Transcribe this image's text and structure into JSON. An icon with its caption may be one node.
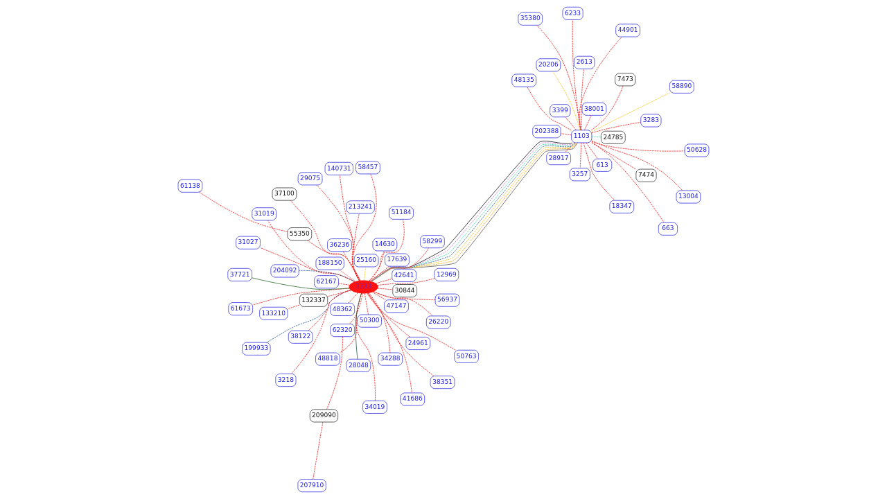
{
  "diagram": {
    "nodes": [
      {
        "text": [
          "3333"
        ]
      },
      {
        "text": [
          "1103"
        ]
      },
      {
        "text": [
          "24961"
        ]
      },
      {
        "text": [
          "31019"
        ]
      },
      {
        "text": [
          "30844"
        ]
      },
      {
        "text": [
          "38122"
        ]
      },
      {
        "text": [
          "34019"
        ]
      },
      {
        "text": [
          "47147"
        ]
      },
      {
        "text": [
          "34288"
        ]
      },
      {
        "text": [
          "38351"
        ]
      },
      {
        "text": [
          "48362"
        ]
      },
      {
        "text": [
          "48818"
        ]
      },
      {
        "text": [
          "50763"
        ]
      },
      {
        "text": [
          "42641"
        ]
      },
      {
        "text": [
          "51184"
        ]
      },
      {
        "text": [
          "41686"
        ]
      },
      {
        "text": [
          "132337"
        ]
      },
      {
        "text": [
          "55350"
        ]
      },
      {
        "text": [
          "61138"
        ]
      },
      {
        "text": [
          "133210"
        ]
      },
      {
        "text": [
          "207910"
        ]
      },
      {
        "text": [
          "209090"
        ]
      },
      {
        "text": [
          "58457"
        ]
      },
      {
        "text": [
          "62320"
        ]
      },
      {
        "text": [
          "37100"
        ]
      },
      {
        "text": [
          "50300"
        ]
      },
      {
        "text": [
          "58299"
        ]
      },
      {
        "text": [
          "61673"
        ]
      },
      {
        "text": [
          "62167"
        ]
      },
      {
        "text": [
          "56937"
        ]
      },
      {
        "text": [
          "140731"
        ]
      },
      {
        "text": [
          "25160"
        ]
      },
      {
        "text": [
          "28048"
        ]
      },
      {
        "text": [
          "31027"
        ]
      },
      {
        "text": [
          "14630"
        ]
      },
      {
        "text": [
          "26220"
        ]
      },
      {
        "text": [
          "29075"
        ]
      },
      {
        "text": [
          "36236"
        ]
      },
      {
        "text": [
          "204092"
        ]
      },
      {
        "text": [
          "199933"
        ]
      },
      {
        "text": [
          "188150"
        ]
      },
      {
        "text": [
          "213241"
        ]
      },
      {
        "text": [
          "37721"
        ]
      },
      {
        "text": [
          "17639"
        ]
      },
      {
        "text": [
          "12969"
        ]
      },
      {
        "text": [
          "3218"
        ]
      },
      {
        "text": [
          "3257"
        ]
      },
      {
        "text": [
          "7474"
        ]
      },
      {
        "text": [
          "663"
        ]
      },
      {
        "text": [
          "613"
        ]
      },
      {
        "text": [
          "2613"
        ]
      },
      {
        "text": [
          "13004"
        ]
      },
      {
        "text": [
          "3399"
        ]
      },
      {
        "text": [
          "3283"
        ]
      },
      {
        "text": [
          "44901"
        ]
      },
      {
        "text": [
          "28917"
        ]
      },
      {
        "text": [
          "18347"
        ]
      },
      {
        "text": [
          "6233"
        ]
      },
      {
        "text": [
          "38001"
        ]
      },
      {
        "text": [
          "7473"
        ]
      },
      {
        "text": [
          "35380"
        ]
      },
      {
        "text": [
          "202388"
        ]
      },
      {
        "text": [
          "48135"
        ]
      },
      {
        "text": [
          "50628"
        ]
      },
      {
        "text": [
          "24785"
        ]
      },
      {
        "text": [
          "20206"
        ]
      },
      {
        "text": [
          "58890"
        ]
      }
    ],
    "edges": [
      {
        "from": 0,
        "to": 1,
        "arrow": "none",
        "color": "#111111"
      },
      {
        "from": 0,
        "to": 1,
        "arrow": "none",
        "color": "#555555"
      },
      {
        "from": 0,
        "to": 1,
        "arrow": "none",
        "style": "dashed",
        "color": "#f5a623"
      },
      {
        "from": 0,
        "to": 1,
        "arrow": "none",
        "style": "dashed",
        "color": "#f5c518"
      },
      {
        "from": 0,
        "to": 1,
        "arrow": "none",
        "style": "dashed",
        "color": "#336699"
      },
      {
        "from": 0,
        "to": 1,
        "arrow": "none",
        "style": "dashed",
        "color": "#40e0b0"
      },
      {
        "from": 0,
        "to": 1,
        "arrow": "none",
        "style": "dashed",
        "color": "#cc88cc"
      },
      {
        "from": 0,
        "to": 2,
        "arrow": "none",
        "style": "dashed"
      },
      {
        "from": 0,
        "to": 3,
        "arrow": "none",
        "style": "dashed"
      },
      {
        "from": 0,
        "to": 4,
        "arrow": "none",
        "style": "dashed"
      },
      {
        "from": 0,
        "to": 5,
        "arrow": "none",
        "style": "dashed"
      },
      {
        "from": 0,
        "to": 6,
        "arrow": "none",
        "style": "dashed"
      },
      {
        "from": 0,
        "to": 7,
        "arrow": "none",
        "style": "dashed"
      },
      {
        "from": 0,
        "to": 8,
        "arrow": "none",
        "style": "dashed"
      },
      {
        "from": 0,
        "to": 9,
        "arrow": "none",
        "style": "dashed"
      },
      {
        "from": 0,
        "to": 10,
        "arrow": "none",
        "style": "dashed"
      },
      {
        "from": 0,
        "to": 11,
        "arrow": "none",
        "style": "dashed"
      },
      {
        "from": 0,
        "to": 12,
        "arrow": "none",
        "style": "dashed"
      },
      {
        "from": 0,
        "to": 13,
        "arrow": "none",
        "style": "dashed"
      },
      {
        "from": 0,
        "to": 14,
        "arrow": "none",
        "style": "dashed"
      },
      {
        "from": 0,
        "to": 15,
        "arrow": "none",
        "style": "dashed"
      },
      {
        "from": 0,
        "to": 16,
        "arrow": "none",
        "style": "dashed"
      },
      {
        "from": 0,
        "to": 17,
        "arrow": "none",
        "style": "dashed"
      },
      {
        "from": 17,
        "to": 18,
        "arrow": "none",
        "style": "dashed"
      },
      {
        "from": 16,
        "to": 19,
        "arrow": "none",
        "style": "dashed"
      },
      {
        "from": 21,
        "to": 20,
        "arrow": "none",
        "style": "dashed"
      },
      {
        "from": 0,
        "to": 22,
        "arrow": "none",
        "style": "dashed"
      },
      {
        "from": 0,
        "to": 23,
        "arrow": "none",
        "style": "dashed"
      },
      {
        "from": 23,
        "to": 21,
        "arrow": "none",
        "style": "dashed"
      },
      {
        "from": 0,
        "to": 24,
        "arrow": "none",
        "style": "dashed"
      },
      {
        "from": 0,
        "to": 25,
        "arrow": "none",
        "style": "dashed"
      },
      {
        "from": 0,
        "to": 26,
        "arrow": "none",
        "style": "dashed"
      },
      {
        "from": 0,
        "to": 27,
        "arrow": "none",
        "style": "dashed"
      },
      {
        "from": 0,
        "to": 28,
        "arrow": "none",
        "style": "dashed"
      },
      {
        "from": 0,
        "to": 29,
        "arrow": "none",
        "style": "dashed"
      },
      {
        "from": 0,
        "to": 30,
        "arrow": "none",
        "style": "dashed"
      },
      {
        "from": 0,
        "to": 31,
        "arrow": "none",
        "style": "dashed",
        "color": "#f5c518"
      },
      {
        "from": 0,
        "to": 32,
        "arrow": "none",
        "color": "#1f5f3f"
      },
      {
        "from": 0,
        "to": 33,
        "arrow": "none",
        "style": "dashed"
      },
      {
        "from": 0,
        "to": 34,
        "arrow": "none",
        "style": "dashed"
      },
      {
        "from": 0,
        "to": 35,
        "arrow": "none",
        "style": "dashed"
      },
      {
        "from": 0,
        "to": 36,
        "arrow": "none",
        "style": "dashed"
      },
      {
        "from": 0,
        "to": 37,
        "arrow": "none",
        "style": "dashed"
      },
      {
        "from": 0,
        "to": 38,
        "arrow": "none",
        "style": "dashed",
        "color": "#336699"
      },
      {
        "from": 0,
        "to": 39,
        "arrow": "none",
        "style": "dashed",
        "color": "#336699"
      },
      {
        "from": 0,
        "to": 40,
        "arrow": "none",
        "color": "#f08080"
      },
      {
        "from": 0,
        "to": 41,
        "arrow": "none",
        "style": "dashed"
      },
      {
        "from": 0,
        "to": 42,
        "arrow": "none",
        "color": "#2a6a2a"
      },
      {
        "from": 0,
        "to": 43,
        "arrow": "none",
        "style": "dashed"
      },
      {
        "from": 0,
        "to": 44,
        "arrow": "none",
        "style": "dashed"
      },
      {
        "from": 0,
        "to": 45,
        "arrow": "none",
        "style": "dashed"
      },
      {
        "from": 1,
        "to": 46,
        "arrow": "none",
        "style": "dashed"
      },
      {
        "from": 1,
        "to": 47,
        "arrow": "none",
        "style": "dashed"
      },
      {
        "from": 1,
        "to": 48,
        "arrow": "none",
        "style": "dashed"
      },
      {
        "from": 1,
        "to": 49,
        "arrow": "none",
        "style": "dashed"
      },
      {
        "from": 1,
        "to": 50,
        "arrow": "none",
        "style": "dashed"
      },
      {
        "from": 1,
        "to": 51,
        "arrow": "none",
        "style": "dashed"
      },
      {
        "from": 1,
        "to": 52,
        "arrow": "none",
        "style": "dashed"
      },
      {
        "from": 1,
        "to": 53,
        "arrow": "none",
        "style": "dashed"
      },
      {
        "from": 1,
        "to": 54,
        "arrow": "none",
        "style": "dashed"
      },
      {
        "from": 1,
        "to": 55,
        "arrow": "none",
        "style": "dashed"
      },
      {
        "from": 1,
        "to": 56,
        "arrow": "none",
        "style": "dashed"
      },
      {
        "from": 1,
        "to": 57,
        "arrow": "none",
        "style": "dashed"
      },
      {
        "from": 1,
        "to": 58,
        "arrow": "none",
        "style": "dashed"
      },
      {
        "from": 1,
        "to": 59,
        "arrow": "none",
        "style": "dashed"
      },
      {
        "from": 1,
        "to": 60,
        "arrow": "none",
        "style": "dashed"
      },
      {
        "from": 1,
        "to": 61,
        "arrow": "none",
        "style": "dashed"
      },
      {
        "from": 1,
        "to": 62,
        "arrow": "none",
        "style": "dashed"
      },
      {
        "from": 1,
        "to": 63,
        "arrow": "none",
        "style": "dashed"
      },
      {
        "from": 1,
        "to": 64,
        "arrow": "none",
        "style": "dashed",
        "color": "#40e0b0"
      },
      {
        "from": 1,
        "to": 65,
        "arrow": "none",
        "style": "dashed",
        "color": "#f5c518"
      },
      {
        "from": 1,
        "to": 66,
        "arrow": "none",
        "style": "dashed",
        "color": "#f5c518"
      }
    ]
  }
}
